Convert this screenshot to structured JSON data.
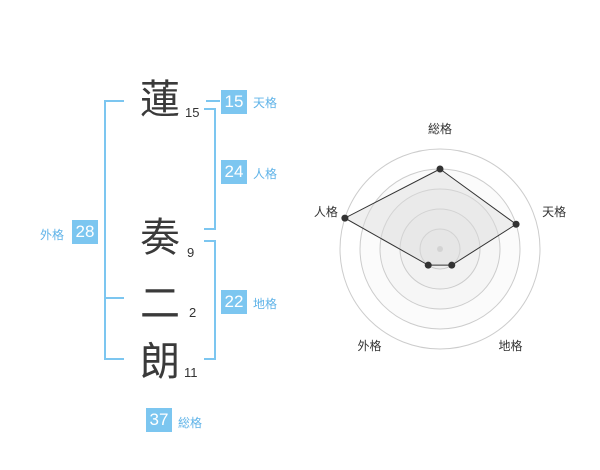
{
  "name": {
    "chars": [
      {
        "char": "蓮",
        "strokes": "15"
      },
      {
        "char": "奏",
        "strokes": "9"
      },
      {
        "char": "二",
        "strokes": "2"
      },
      {
        "char": "朗",
        "strokes": "11"
      }
    ]
  },
  "kakusu": {
    "tenkaku": {
      "value": "15",
      "label": "天格"
    },
    "jinkaku": {
      "value": "24",
      "label": "人格"
    },
    "chikaku": {
      "value": "22",
      "label": "地格"
    },
    "gaikaku": {
      "value": "28",
      "label": "外格"
    },
    "soukaku": {
      "value": "37",
      "label": "総格"
    }
  },
  "chart_data": {
    "type": "radar",
    "axes": [
      "総格",
      "天格",
      "地格",
      "外格",
      "人格"
    ],
    "values": [
      4,
      4,
      1,
      1,
      5
    ],
    "range": [
      0,
      5
    ],
    "grid": true,
    "colors": {
      "accent": "#7cc6f0",
      "fill": "#eeeeee",
      "line": "#333333",
      "grid": "#cccccc"
    }
  }
}
